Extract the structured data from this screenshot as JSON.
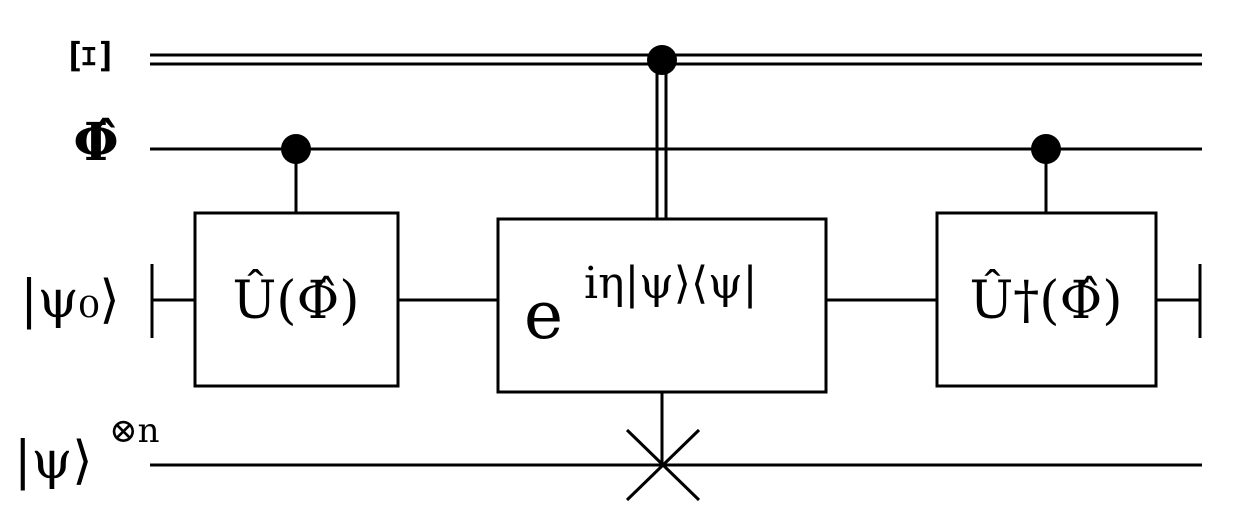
{
  "wire_labels": {
    "xi": "Ξ",
    "phi": "Φ̂",
    "psi0": "|ψ₀⟩",
    "psi_n": "|ψ⟩",
    "psi_n_sup": "⊗n"
  },
  "gates": {
    "u": "Û(Φ̂)",
    "exp_base": "e",
    "exp_sup": "iη|ψ⟩⟨ψ|",
    "u_dagger": "Û†(Φ̂)"
  }
}
